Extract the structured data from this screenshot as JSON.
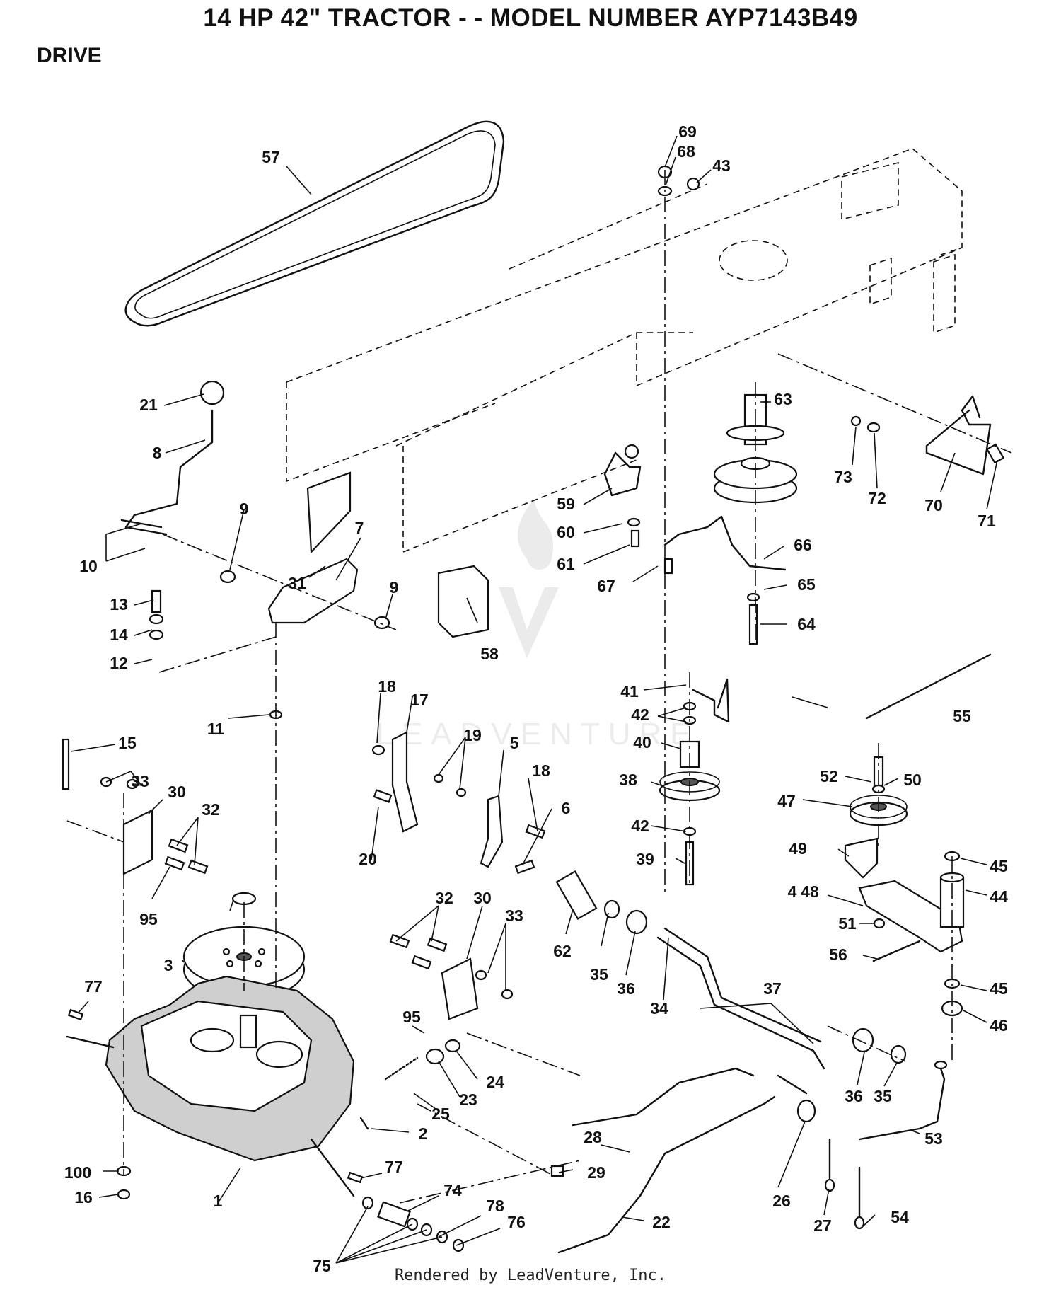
{
  "title": "14 HP 42\" TRACTOR - - MODEL NUMBER AYP7143B49",
  "section": "DRIVE",
  "footer": "Rendered by LeadVenture, Inc.",
  "watermark": "LEADVENTURE",
  "labels": [
    "69",
    "68",
    "43",
    "57",
    "63",
    "73",
    "72",
    "70",
    "71",
    "21",
    "8",
    "59",
    "60",
    "61",
    "66",
    "9",
    "10",
    "31",
    "7",
    "67",
    "65",
    "13",
    "14",
    "12",
    "9",
    "58",
    "64",
    "41",
    "42",
    "55",
    "18",
    "17",
    "11",
    "15",
    "19",
    "5",
    "40",
    "33",
    "30",
    "18",
    "38",
    "32",
    "6",
    "50",
    "52",
    "47",
    "20",
    "42",
    "39",
    "49",
    "45",
    "95",
    "4",
    "48",
    "44",
    "32",
    "30",
    "62",
    "51",
    "56",
    "3",
    "33",
    "35",
    "36",
    "34",
    "45",
    "46",
    "77",
    "95",
    "37",
    "24",
    "23",
    "28",
    "25",
    "2",
    "36",
    "35",
    "53",
    "77",
    "100",
    "29",
    "74",
    "26",
    "1",
    "16",
    "22",
    "27",
    "54",
    "78",
    "76",
    "75"
  ]
}
